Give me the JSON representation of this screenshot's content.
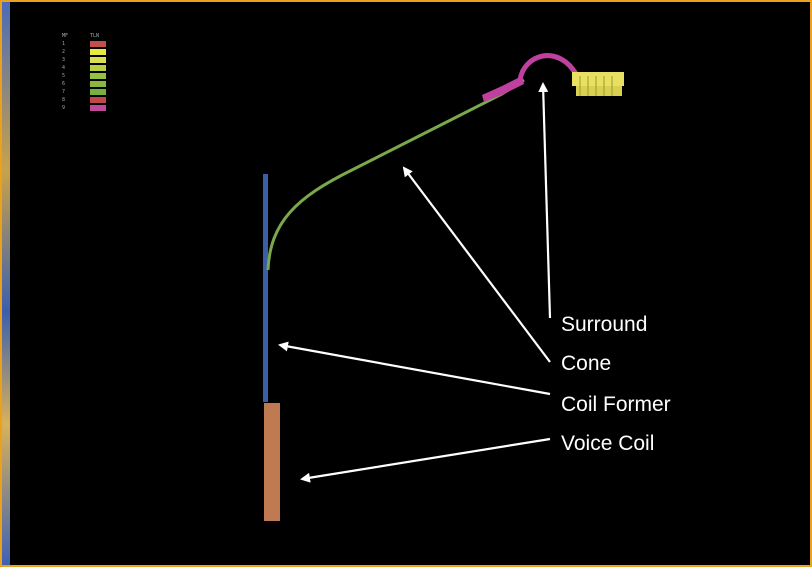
{
  "legend": {
    "header_left": "MF",
    "header_right": "TLN",
    "rows": [
      {
        "index": "1",
        "color": "#c0504a"
      },
      {
        "index": "2",
        "color": "#e8e840"
      },
      {
        "index": "3",
        "color": "#d8e050"
      },
      {
        "index": "4",
        "color": "#b8d040"
      },
      {
        "index": "5",
        "color": "#98c040"
      },
      {
        "index": "6",
        "color": "#88b840"
      },
      {
        "index": "7",
        "color": "#78b040"
      },
      {
        "index": "8",
        "color": "#c04848"
      },
      {
        "index": "9",
        "color": "#c04898"
      }
    ]
  },
  "labels": {
    "surround": "Surround",
    "cone": "Cone",
    "coil_former": "Coil Former",
    "voice_coil": "Voice Coil"
  },
  "colors": {
    "frame_border": "#e9a11f",
    "coil_former": "#3a5ea8",
    "voice_coil": "#c07a52",
    "cone": "#7aa84a",
    "surround": "#c040a0",
    "basket": "#e8e060",
    "arrow": "#ffffff"
  }
}
